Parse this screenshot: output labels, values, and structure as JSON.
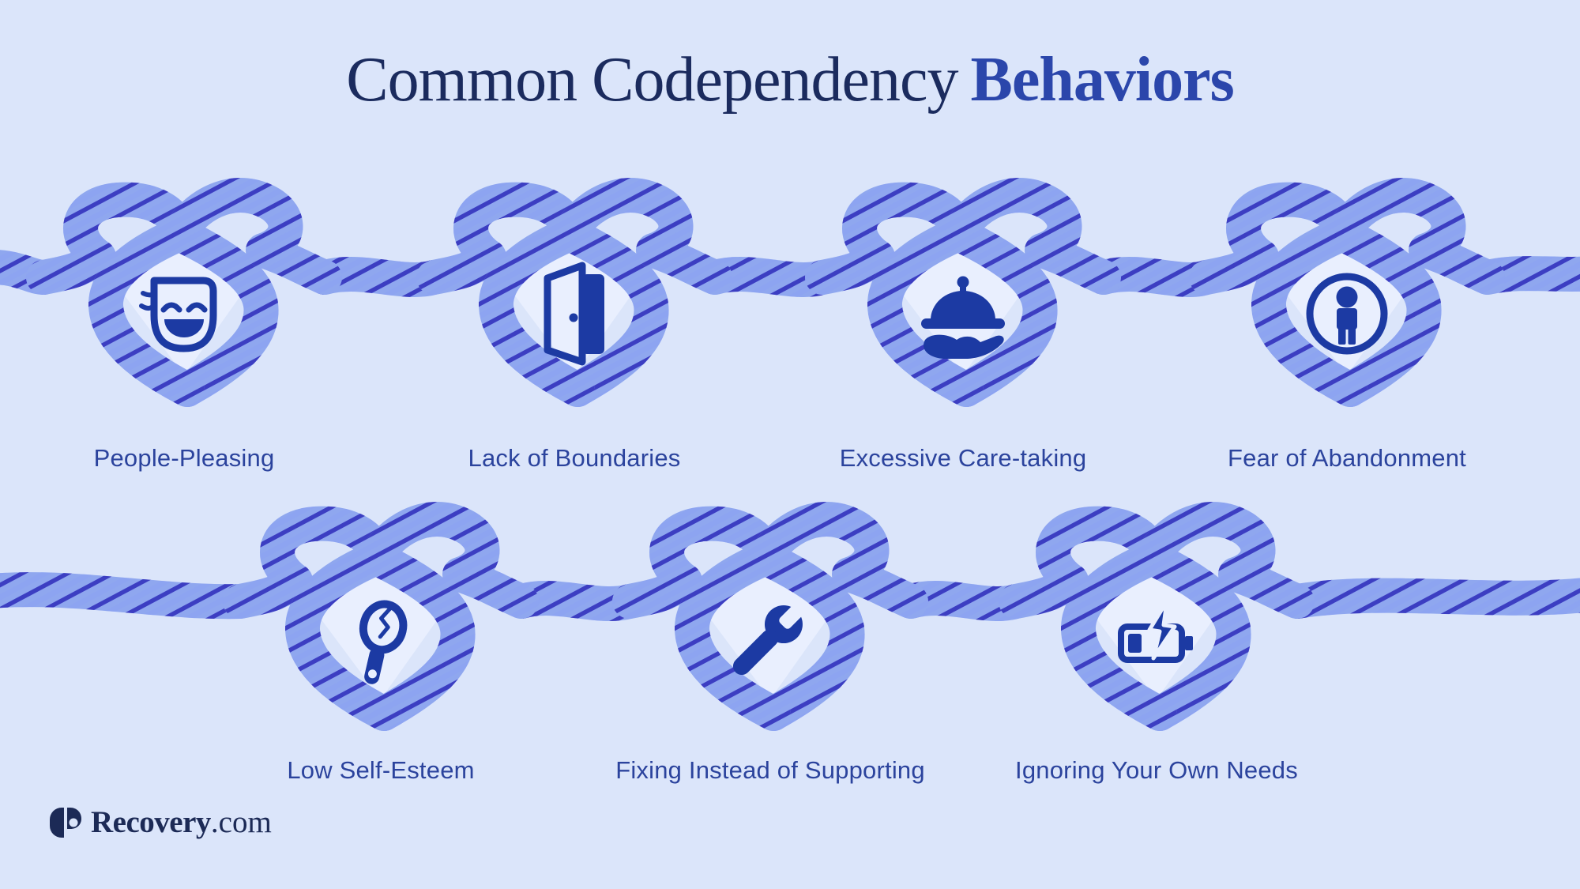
{
  "title": {
    "regular": "Common Codependency",
    "accent": "Behaviors"
  },
  "behaviors": [
    {
      "label": "People-Pleasing",
      "icon": "comedy-mask-icon"
    },
    {
      "label": "Lack of Boundaries",
      "icon": "open-door-icon"
    },
    {
      "label": "Excessive Care-taking",
      "icon": "serving-dish-hand-icon"
    },
    {
      "label": "Fear of Abandonment",
      "icon": "person-in-circle-icon"
    },
    {
      "label": "Low Self-Esteem",
      "icon": "cracked-mirror-icon"
    },
    {
      "label": "Fixing Instead of Supporting",
      "icon": "wrench-icon"
    },
    {
      "label": "Ignoring Your Own Needs",
      "icon": "low-battery-charging-icon"
    }
  ],
  "logo": {
    "name": "Recovery",
    "tld": ".com"
  },
  "colors": {
    "background": "#dbe5fa",
    "heart_inner": "#e9effe",
    "rope": "#8fa7ef",
    "rope_stripe": "#3c3ec2",
    "rope_highlight": "#8aa0f5",
    "icon": "#1c3aa3",
    "title_primary": "#1b2b5e",
    "title_accent": "#2b46ab",
    "label": "#2b439d",
    "logo": "#1c2a56"
  }
}
